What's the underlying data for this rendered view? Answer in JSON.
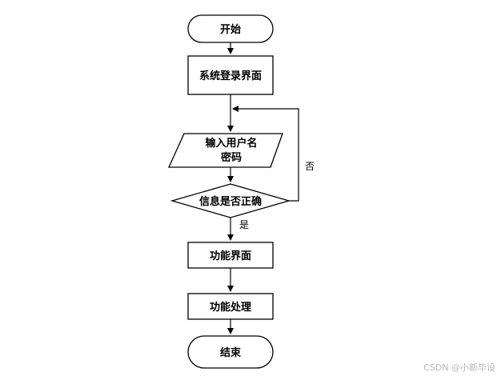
{
  "flowchart": {
    "nodes": {
      "start": "开始",
      "login": "系统登录界面",
      "input_line1": "输入用户名",
      "input_line2": "密码",
      "check": "信息是否正确",
      "function_ui": "功能界面",
      "process": "功能处理",
      "end": "结束"
    },
    "edges": {
      "no_label": "否",
      "yes_label": "是"
    }
  },
  "watermark": "CSDN @小新毕设"
}
